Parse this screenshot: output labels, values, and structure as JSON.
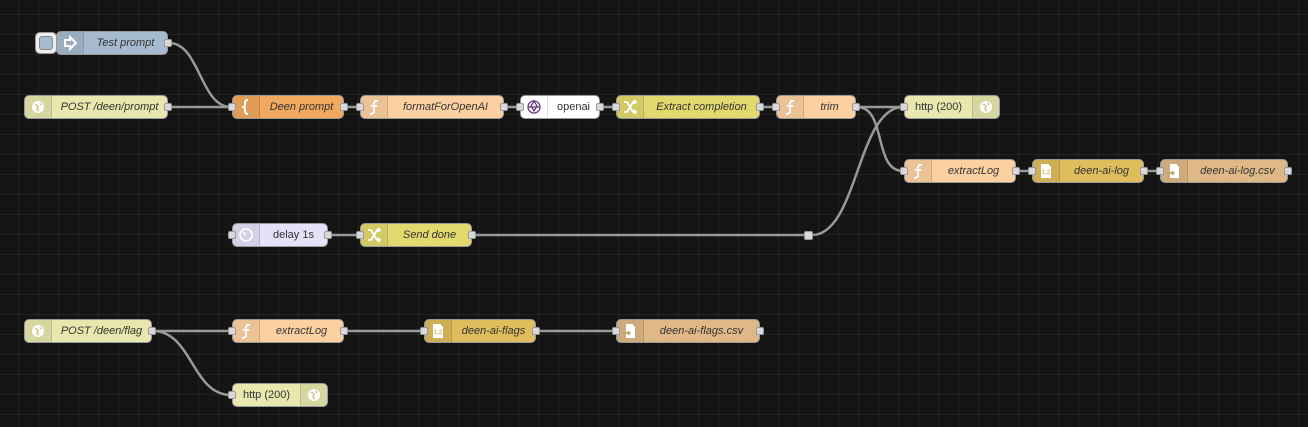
{
  "flow": {
    "nodes": [
      {
        "id": "test-prompt",
        "type": "inject",
        "label": "Test prompt",
        "color": "#a6bbcf",
        "italic": true,
        "icon": "inject-arrow-icon"
      },
      {
        "id": "post-deen-prompt",
        "type": "http-in",
        "label": "POST /deen/prompt",
        "color": "#e7e7ae",
        "italic": true,
        "icon": "globe-icon"
      },
      {
        "id": "deen-prompt",
        "type": "template",
        "label": "Deen prompt",
        "color": "#f0a95f",
        "italic": true,
        "icon": "brace-icon"
      },
      {
        "id": "format-for-openai",
        "type": "function",
        "label": "formatForOpenAI",
        "color": "#fdd0a2",
        "italic": true,
        "icon": "function-icon"
      },
      {
        "id": "openai",
        "type": "openai",
        "label": "openai",
        "color": "#ffffff",
        "italic": false,
        "icon": "openai-icon"
      },
      {
        "id": "extract-completion",
        "type": "change",
        "label": "Extract completion",
        "color": "#e2d96e",
        "italic": true,
        "icon": "shuffle-icon"
      },
      {
        "id": "trim",
        "type": "function",
        "label": "trim",
        "color": "#fdd0a2",
        "italic": true,
        "icon": "function-icon"
      },
      {
        "id": "http-200-a",
        "type": "http-response",
        "label": "http (200)",
        "color": "#e7e7ae",
        "italic": false,
        "icon": "globe-icon"
      },
      {
        "id": "extract-log-a",
        "type": "function",
        "label": "extractLog",
        "color": "#fdd0a2",
        "italic": true,
        "icon": "function-icon"
      },
      {
        "id": "deen-ai-log",
        "type": "csv",
        "label": "deen-ai-log",
        "color": "#debd5c",
        "italic": true,
        "icon": "csv-icon"
      },
      {
        "id": "deen-ai-log-csv",
        "type": "file",
        "label": "deen-ai-log.csv",
        "color": "#deb887",
        "italic": true,
        "icon": "file-icon"
      },
      {
        "id": "delay-1s",
        "type": "delay",
        "label": "delay 1s",
        "color": "#e6e0f8",
        "italic": false,
        "icon": "timer-icon"
      },
      {
        "id": "send-done",
        "type": "change",
        "label": "Send done",
        "color": "#e2d96e",
        "italic": true,
        "icon": "shuffle-icon"
      },
      {
        "id": "post-deen-flag",
        "type": "http-in",
        "label": "POST /deen/flag",
        "color": "#e7e7ae",
        "italic": true,
        "icon": "globe-icon"
      },
      {
        "id": "extract-log-b",
        "type": "function",
        "label": "extractLog",
        "color": "#fdd0a2",
        "italic": true,
        "icon": "function-icon"
      },
      {
        "id": "deen-ai-flags",
        "type": "csv",
        "label": "deen-ai-flags",
        "color": "#debd5c",
        "italic": true,
        "icon": "csv-icon"
      },
      {
        "id": "deen-ai-flags-csv",
        "type": "file",
        "label": "deen-ai-flags.csv",
        "color": "#deb887",
        "italic": true,
        "icon": "file-icon"
      },
      {
        "id": "http-200-b",
        "type": "http-response",
        "label": "http (200)",
        "color": "#e7e7ae",
        "italic": false,
        "icon": "globe-icon"
      }
    ],
    "wires": [
      [
        "test-prompt",
        "deen-prompt"
      ],
      [
        "post-deen-prompt",
        "deen-prompt"
      ],
      [
        "deen-prompt",
        "format-for-openai"
      ],
      [
        "format-for-openai",
        "openai"
      ],
      [
        "openai",
        "extract-completion"
      ],
      [
        "extract-completion",
        "trim"
      ],
      [
        "trim",
        "http-200-a"
      ],
      [
        "trim",
        "extract-log-a"
      ],
      [
        "extract-log-a",
        "deen-ai-log"
      ],
      [
        "deen-ai-log",
        "deen-ai-log-csv"
      ],
      [
        "delay-1s",
        "send-done"
      ],
      [
        "send-done",
        "junction"
      ],
      [
        "junction",
        "http-200-a"
      ],
      [
        "post-deen-flag",
        "extract-log-b"
      ],
      [
        "post-deen-flag",
        "http-200-b"
      ],
      [
        "extract-log-b",
        "deen-ai-flags"
      ],
      [
        "deen-ai-flags",
        "deen-ai-flags-csv"
      ]
    ]
  }
}
